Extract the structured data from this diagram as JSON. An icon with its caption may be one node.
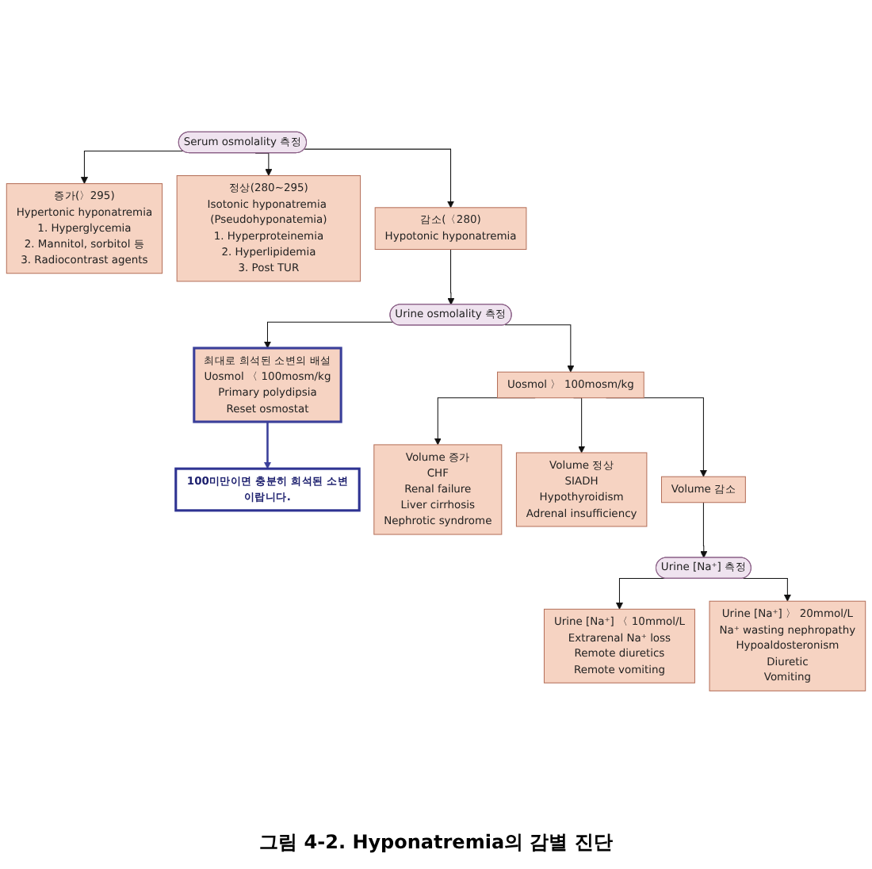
{
  "diagram": {
    "caption": "그림 4-2. Hyponatremia의 감별 진단",
    "nodes": [
      {
        "text": [
          "Serum osmolality 측정"
        ]
      },
      {
        "text": [
          "증가(〉295)",
          "Hypertonic hyponatremia",
          "1. Hyperglycemia",
          "2. Mannitol, sorbitol 등",
          "3. Radiocontrast agents"
        ]
      },
      {
        "text": [
          "정상(280~295)",
          "Isotonic hyponatremia (Pseudohyponatemia)",
          "1. Hyperproteinemia",
          "2. Hyperlipidemia",
          "3. Post TUR"
        ]
      },
      {
        "text": [
          "감소(〈280)",
          "Hypotonic hyponatremia"
        ]
      },
      {
        "text": [
          "Urine osmolality 측정"
        ]
      },
      {
        "text": [
          "Uosmol 〉 100mosm/kg"
        ]
      },
      {
        "text": [
          "최대로 희석된 소변의 배설",
          "Uosmol 〈 100mosm/kg",
          "Primary polydipsia",
          "Reset osmostat"
        ]
      },
      {
        "text": [
          "100미만이면 충분히 희석된 소변이랍니다."
        ]
      },
      {
        "text": [
          "Volume 증가",
          "CHF",
          "Renal failure",
          "Liver cirrhosis",
          "Nephrotic syndrome"
        ]
      },
      {
        "text": [
          "Volume 정상",
          "SIADH",
          "Hypothyroidism",
          "Adrenal insufficiency"
        ]
      },
      {
        "text": [
          "Volume 감소"
        ]
      },
      {
        "text": [
          "Urine [Na⁺] 측정"
        ]
      },
      {
        "text": [
          "Urine [Na⁺] 〈 10mmol/L",
          "Extrarenal Na⁺ loss",
          "Remote diuretics",
          "Remote vomiting"
        ]
      },
      {
        "text": [
          "Urine [Na⁺] 〉 20mmol/L",
          "Na⁺ wasting nephropathy",
          "Hypoaldosteronism",
          "Diuretic",
          "Vomiting"
        ]
      }
    ],
    "edges": [
      {
        "from": 0,
        "to": 1,
        "arrow": "to"
      },
      {
        "from": 0,
        "to": 2,
        "arrow": "to"
      },
      {
        "from": 0,
        "to": 3,
        "arrow": "to"
      },
      {
        "from": 3,
        "to": 4,
        "arrow": "to"
      },
      {
        "from": 4,
        "to": 5,
        "arrow": "to"
      },
      {
        "from": 4,
        "to": 6,
        "arrow": "to"
      },
      {
        "from": 6,
        "to": 7,
        "arrow": "to",
        "color": "#3a3f9a"
      },
      {
        "from": 5,
        "to": 8,
        "arrow": "to"
      },
      {
        "from": 5,
        "to": 9,
        "arrow": "to"
      },
      {
        "from": 5,
        "to": 10,
        "arrow": "to"
      },
      {
        "from": 10,
        "to": 11,
        "arrow": "to"
      },
      {
        "from": 11,
        "to": 12,
        "arrow": "to"
      },
      {
        "from": 11,
        "to": 13,
        "arrow": "to"
      }
    ]
  }
}
